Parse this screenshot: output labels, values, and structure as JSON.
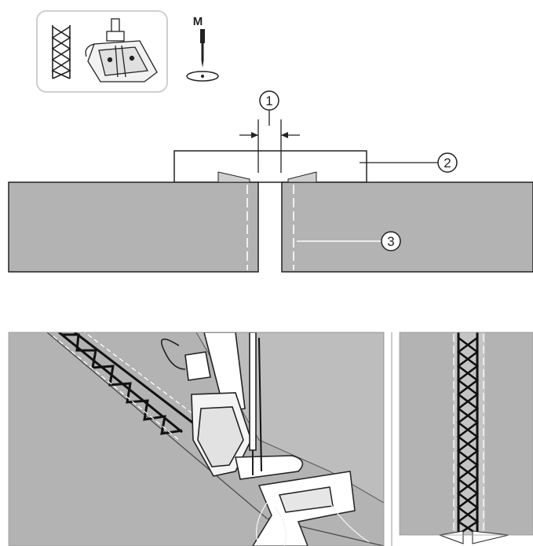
{
  "top_panel": {
    "needle_label": "M",
    "stitch_icon": "triple-zigzag-stitch-icon",
    "foot_icon": "presser-foot-icon",
    "needle_icon": "needle-icon"
  },
  "callouts": [
    {
      "id": "callout-1",
      "label": "1"
    },
    {
      "id": "callout-2",
      "label": "2"
    },
    {
      "id": "callout-3",
      "label": "3"
    }
  ],
  "colors": {
    "fabric": "#b3b3b3",
    "fabric_light": "#bdbdbd",
    "outline": "#1a1a1a",
    "thread": "#ffffff",
    "interfacing": "#e6e6e6"
  }
}
